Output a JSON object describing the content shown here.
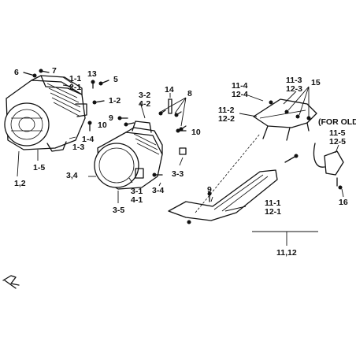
{
  "labels": {
    "l_6": "6",
    "l_7": "7",
    "l_13": "13",
    "l_5": "5",
    "l_1_1": "1-1",
    "l_2_1": "2-1",
    "l_1_2": "1-2",
    "l_1_4": "1-4",
    "l_1_3": "1-3",
    "l_1_5": "1-5",
    "l_1c2": "1,2",
    "l_14": "14",
    "l_3_2": "3-2",
    "l_4_2": "4-2",
    "l_8": "8",
    "l_9a": "9",
    "l_10a": "10",
    "l_10b": "10",
    "l_3_3": "3-3",
    "l_3c4": "3,4",
    "l_3_1": "3-1",
    "l_4_1": "4-1",
    "l_3_4": "3-4",
    "l_3_5": "3-5",
    "l_11_4": "11-4",
    "l_12_4": "12-4",
    "l_11_3": "11-3",
    "l_12_3": "12-3",
    "l_15": "15",
    "l_11_2": "11-2",
    "l_12_2": "12-2",
    "l_for_old": "(FOR OLD)",
    "l_11_5": "11-5",
    "l_12_5": "12-5",
    "l_16": "16",
    "l_9b": "9",
    "l_11_1": "11-1",
    "l_12_1": "12-1",
    "l_11c12": "11,12"
  }
}
